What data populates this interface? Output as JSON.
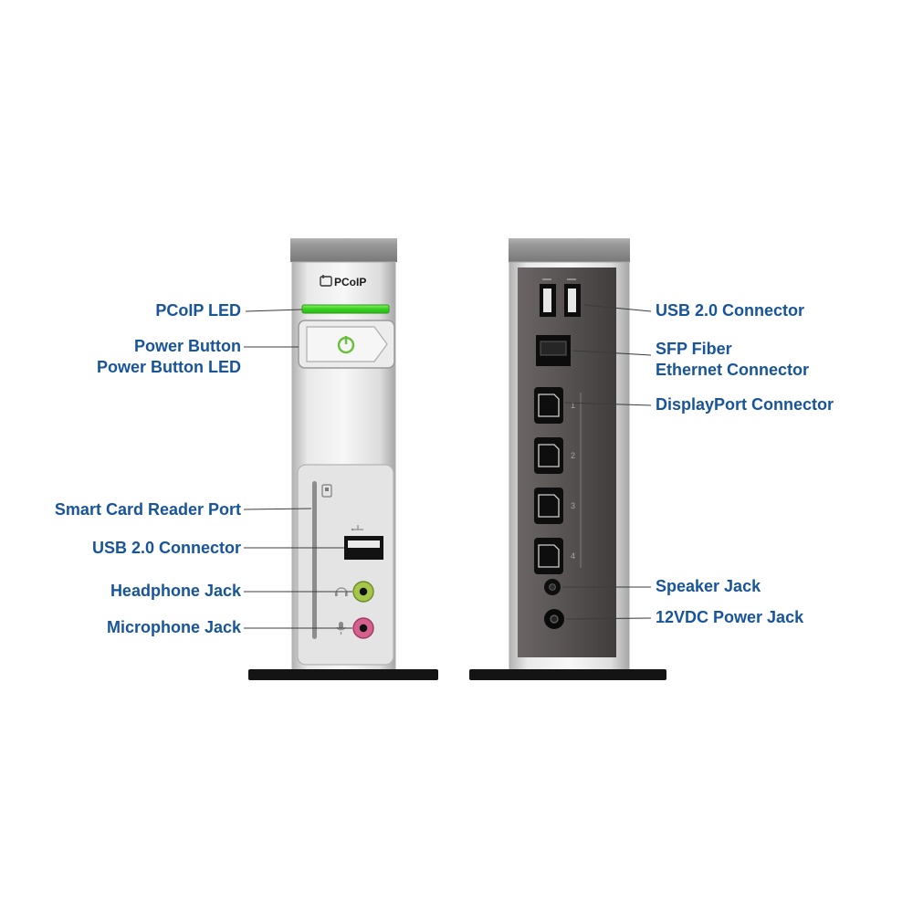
{
  "figure": {
    "front": {
      "logo": "PCoIP",
      "labels": {
        "pcoip_led": "PCoIP LED",
        "power_button": "Power Button",
        "power_button_led": "Power Button LED",
        "smart_card_reader": "Smart Card Reader Port",
        "usb": "USB 2.0 Connector",
        "headphone": "Headphone Jack",
        "microphone": "Microphone Jack"
      }
    },
    "rear": {
      "labels": {
        "usb": "USB 2.0 Connector",
        "sfp_line1": "SFP Fiber",
        "sfp_line2": "Ethernet Connector",
        "displayport": "DisplayPort Connector",
        "speaker": "Speaker Jack",
        "power": "12VDC Power Jack"
      },
      "port_numbers": [
        "1",
        "2",
        "3",
        "4"
      ]
    },
    "colors": {
      "label_text": "#17549a",
      "led_green": "#35cf1f",
      "power_icon_green": "#6abf3a",
      "headphone_ring": "#a6c64b",
      "microphone_ring": "#d55f8d",
      "panel_dark": "#544f4f",
      "base_black": "#141414"
    }
  }
}
